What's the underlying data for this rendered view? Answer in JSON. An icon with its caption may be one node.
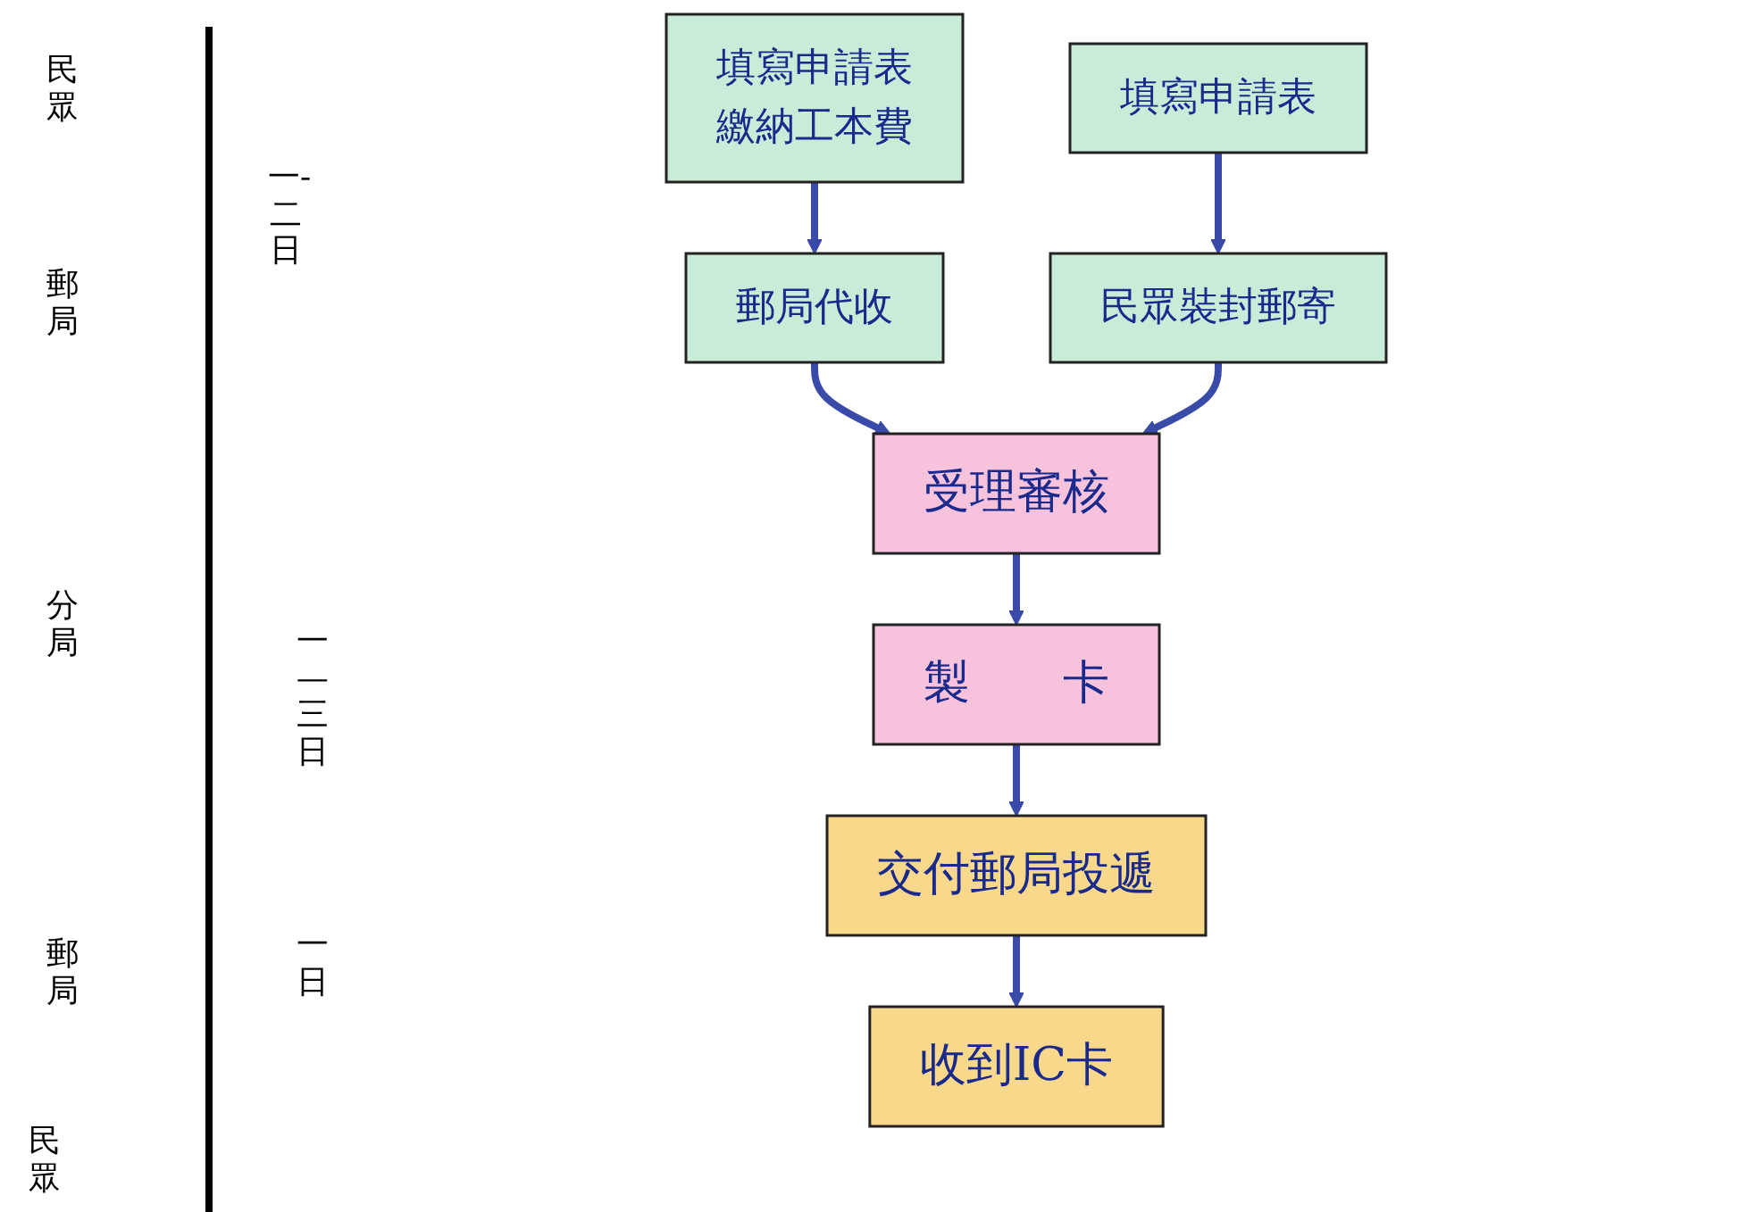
{
  "diagram": {
    "nodes": [
      {
        "text": [
          "填寫申請表",
          "繳納工本費"
        ]
      },
      {
        "text": [
          "填寫申請表"
        ]
      },
      {
        "text": [
          "郵局代收"
        ]
      },
      {
        "text": [
          "民眾裝封郵寄"
        ]
      },
      {
        "text": [
          "受理審核"
        ]
      },
      {
        "text": [
          "製　　卡"
        ]
      },
      {
        "text": [
          "交付郵局投遞"
        ]
      },
      {
        "text": [
          "收到IC卡"
        ]
      }
    ],
    "edges": [
      {
        "from": 0,
        "to": 2,
        "arrow": "to"
      },
      {
        "from": 1,
        "to": 3,
        "arrow": "to"
      },
      {
        "from": 2,
        "to": 4,
        "arrow": "to"
      },
      {
        "from": 3,
        "to": 4,
        "arrow": "to"
      },
      {
        "from": 4,
        "to": 5,
        "arrow": "to"
      },
      {
        "from": 5,
        "to": 6,
        "arrow": "to"
      },
      {
        "from": 6,
        "to": 7,
        "arrow": "to"
      }
    ],
    "labels": [
      "民眾",
      "一-二日",
      "郵局",
      "分局",
      "一—三日",
      "郵局",
      "一日",
      "民眾"
    ]
  }
}
